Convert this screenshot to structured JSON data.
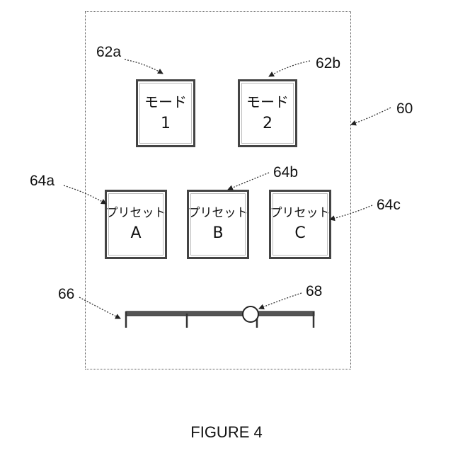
{
  "modes": [
    {
      "line1": "モード",
      "line2": "1",
      "ref": "62a"
    },
    {
      "line1": "モード",
      "line2": "2",
      "ref": "62b"
    }
  ],
  "presets": [
    {
      "line1": "プリセット",
      "line2": "A",
      "ref": "64a"
    },
    {
      "line1": "プリセット",
      "line2": "B",
      "ref": "64b"
    },
    {
      "line1": "プリセット",
      "line2": "C",
      "ref": "64c"
    }
  ],
  "device_ref": "60",
  "slider_ref": "66",
  "knob_ref": "68",
  "caption": "FIGURE 4"
}
